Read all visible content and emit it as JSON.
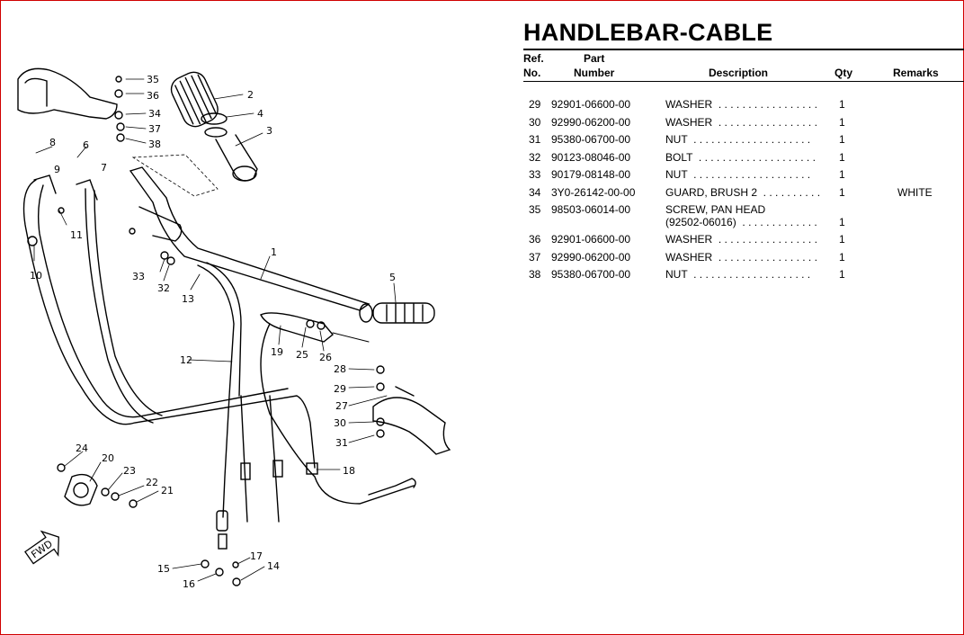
{
  "page": {
    "title": "HANDLEBAR-CABLE"
  },
  "table": {
    "headers": {
      "ref_line1": "Ref.",
      "ref_line2": "No.",
      "part_line1": "Part",
      "part_line2": "Number",
      "description": "Description",
      "qty": "Qty",
      "remarks": "Remarks"
    },
    "rows": [
      {
        "ref": "29",
        "number": "92901-06600-00",
        "description": "WASHER  . . . . . . . . . . . . . . . . .",
        "qty": "1",
        "remarks": ""
      },
      {
        "ref": "30",
        "number": "92990-06200-00",
        "description": "WASHER  . . . . . . . . . . . . . . . . .",
        "qty": "1",
        "remarks": ""
      },
      {
        "ref": "31",
        "number": "95380-06700-00",
        "description": "NUT  . . . . . . . . . . . . . . . . . . . .",
        "qty": "1",
        "remarks": ""
      },
      {
        "ref": "32",
        "number": "90123-08046-00",
        "description": "BOLT  . . . . . . . . . . . . . . . . . . . .",
        "qty": "1",
        "remarks": ""
      },
      {
        "ref": "33",
        "number": "90179-08148-00",
        "description": "NUT  . . . . . . . . . . . . . . . . . . . .",
        "qty": "1",
        "remarks": ""
      },
      {
        "ref": "34",
        "number": "3Y0-26142-00-00",
        "description": "GUARD, BRUSH 2  . . . . . . . . . .",
        "qty": "1",
        "remarks": "WHITE"
      },
      {
        "ref": "35",
        "number": "98503-06014-00",
        "description": "SCREW, PAN HEAD",
        "description2": "(92502-06016)  . . . . . . . . . . . . .",
        "qty": "1",
        "remarks": ""
      },
      {
        "ref": "36",
        "number": "92901-06600-00",
        "description": "WASHER  . . . . . . . . . . . . . . . . .",
        "qty": "1",
        "remarks": ""
      },
      {
        "ref": "37",
        "number": "92990-06200-00",
        "description": "WASHER  . . . . . . . . . . . . . . . . .",
        "qty": "1",
        "remarks": ""
      },
      {
        "ref": "38",
        "number": "95380-06700-00",
        "description": "NUT  . . . . . . . . . . . . . . . . . . . .",
        "qty": "1",
        "remarks": ""
      }
    ]
  },
  "diagram": {
    "callouts": [
      "1",
      "2",
      "3",
      "4",
      "5",
      "6",
      "7",
      "8",
      "9",
      "10",
      "11",
      "12",
      "13",
      "14",
      "15",
      "16",
      "17",
      "18",
      "19",
      "20",
      "21",
      "22",
      "23",
      "24",
      "25",
      "26",
      "27",
      "28",
      "29",
      "30",
      "31",
      "32",
      "33",
      "34",
      "35",
      "36",
      "37",
      "38"
    ],
    "fwd_label": "FWD"
  }
}
